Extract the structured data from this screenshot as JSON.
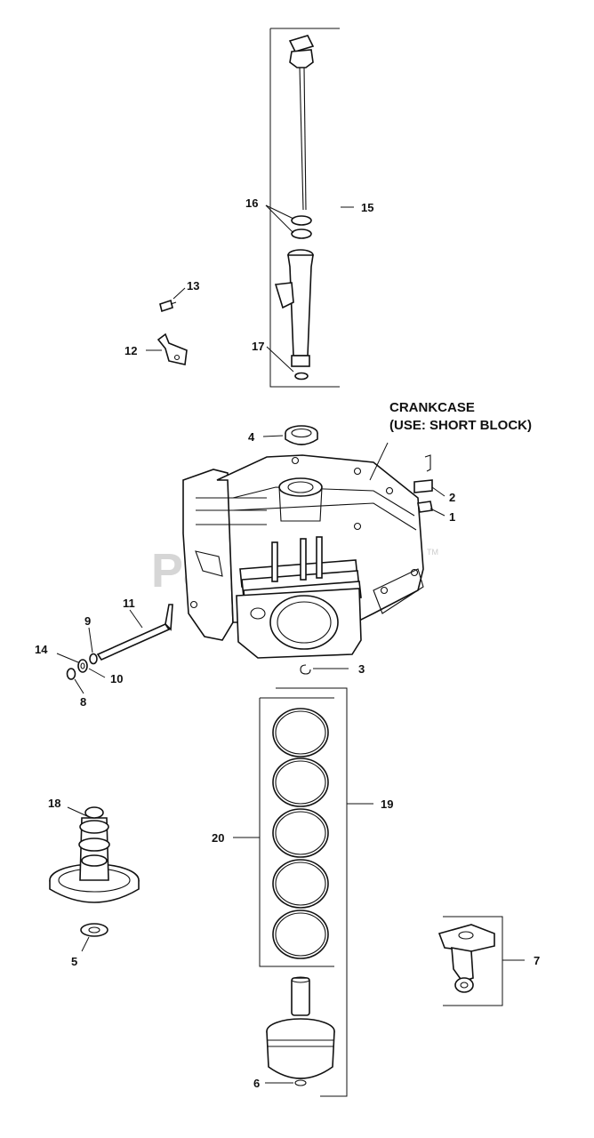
{
  "watermark": "PartsTree",
  "trademark": "TM",
  "crankcase_title": "CRANKCASE",
  "crankcase_note": "(USE: SHORT BLOCK)",
  "callouts": {
    "c1": "1",
    "c2": "2",
    "c3": "3",
    "c4": "4",
    "c5": "5",
    "c6": "6",
    "c7": "7",
    "c8": "8",
    "c9": "9",
    "c10": "10",
    "c11": "11",
    "c12": "12",
    "c13": "13",
    "c14": "14",
    "c15": "15",
    "c16": "16",
    "c17": "17",
    "c18": "18",
    "c19": "19",
    "c20": "20"
  }
}
